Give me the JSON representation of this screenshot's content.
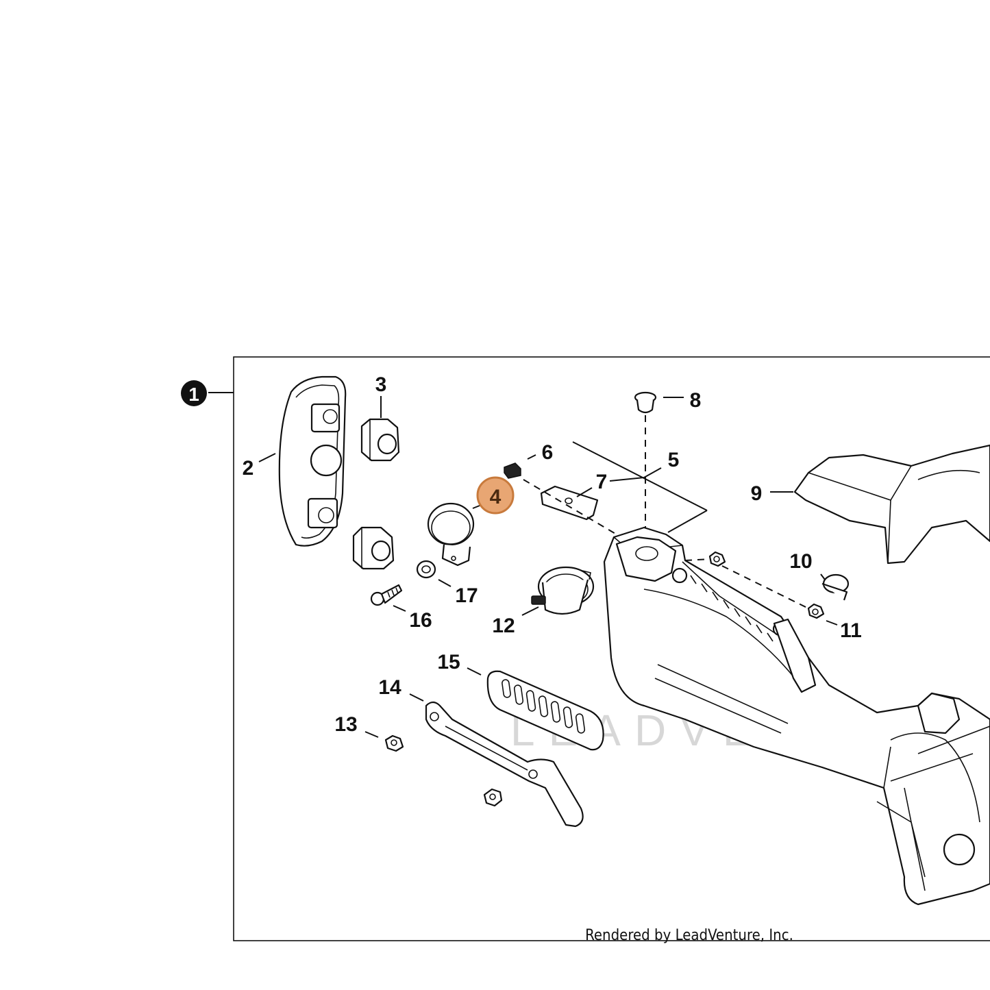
{
  "diagram": {
    "assembly_callout": "1",
    "highlighted_part": "4",
    "highlight_color": "#e8a673",
    "highlight_border": "#c87a3c",
    "callouts": [
      "2",
      "3",
      "5",
      "6",
      "7",
      "8",
      "9",
      "10",
      "11",
      "12",
      "13",
      "14",
      "15",
      "16",
      "17"
    ],
    "watermark": "LEADVENTURE",
    "credit": "Rendered by LeadVenture, Inc."
  }
}
